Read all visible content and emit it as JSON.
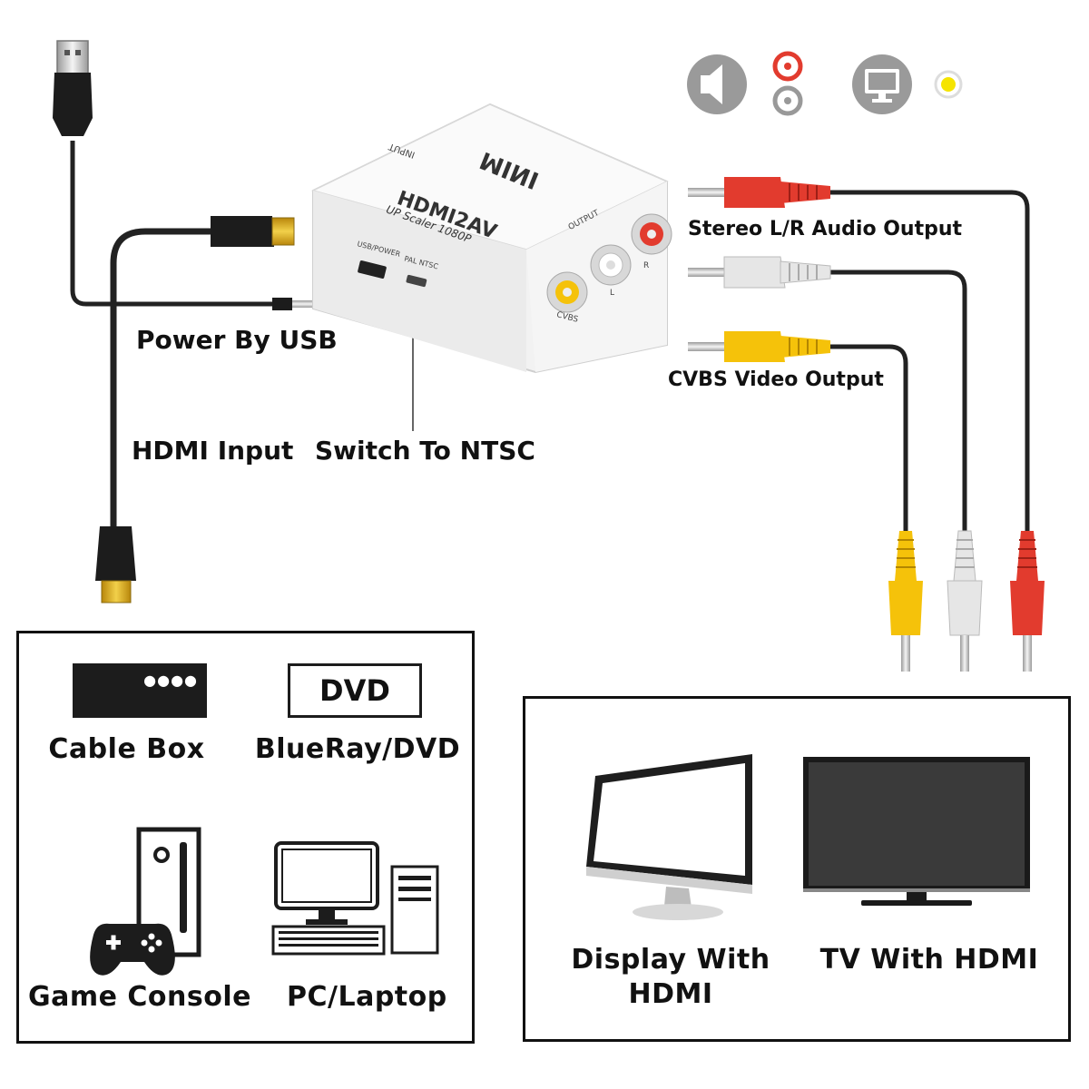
{
  "device": {
    "brand": "MINI",
    "model": "HDMI2AV",
    "subtitle": "UP Scaler 1080P",
    "port_input": "INPUT",
    "port_output": "OUTPUT",
    "port_usb_power": "USB/POWER",
    "switch_pal_ntsc": "PAL NTSC",
    "jack_r": "R",
    "jack_l": "L",
    "jack_cvbs": "CVBS"
  },
  "callouts": {
    "power": "Power By USB",
    "hdmi_input": "HDMI Input",
    "switch": "Switch To NTSC",
    "audio_output": "Stereo L/R Audio Output",
    "video_output": "CVBS Video Output"
  },
  "sources": {
    "items": [
      {
        "label": "Cable Box",
        "icon": "cable-box-icon"
      },
      {
        "label": "BlueRay/DVD",
        "icon": "dvd-icon",
        "badge": "DVD"
      },
      {
        "label": "Game Console",
        "icon": "game-console-icon"
      },
      {
        "label": "PC/Laptop",
        "icon": "pc-icon"
      }
    ]
  },
  "displays": {
    "items": [
      {
        "label_line1": "Display With",
        "label_line2": "HDMI",
        "icon": "monitor-icon"
      },
      {
        "label": "TV With HDMI",
        "icon": "tv-icon"
      }
    ]
  },
  "colors": {
    "red": "#e23b2e",
    "white": "#e6e6e6",
    "yellow": "#f5c20a",
    "gold": "#d9a520",
    "cable": "#222222",
    "icon_gray": "#9a9a9a"
  }
}
